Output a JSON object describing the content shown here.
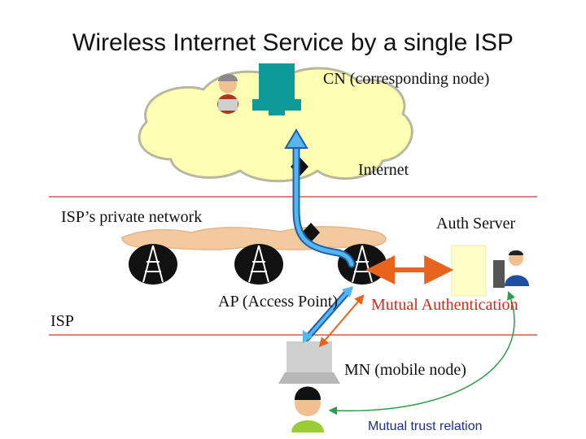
{
  "title": "Wireless Internet Service by a single ISP",
  "labels": {
    "cn": "CN (corresponding node)",
    "internet": "Internet",
    "isp_private_network": "ISP’s private network",
    "auth_server": "Auth Server",
    "isp": "ISP",
    "ap": "AP (Access Point)",
    "mutual_authentication": "Mutual Authentication",
    "mn": "MN (mobile node)",
    "mutual_trust": "Mutual trust relation"
  },
  "colors": {
    "cloud": "#ffffb3",
    "cloud_outline": "#b8b8a0",
    "isp_band": "#f3caa0",
    "separator_line": "#cc3a2c",
    "cn_computer": "#0f9a9a",
    "arrow_blue": "#2a8fe0",
    "arrow_orange": "#e8641e",
    "trust_arc": "#2e9a4a",
    "mutual_auth_text": "#cc2b1d",
    "trust_text": "#1b2f8a"
  },
  "icons": {
    "cn_user": "user-icon",
    "cn_computer": "computer-icon",
    "router": "router-icon",
    "access_point": "access-point-tower-icon",
    "auth_server": "server-icon",
    "auth_admin": "admin-user-icon",
    "mobile_laptop": "laptop-icon",
    "mobile_user": "user-icon"
  }
}
